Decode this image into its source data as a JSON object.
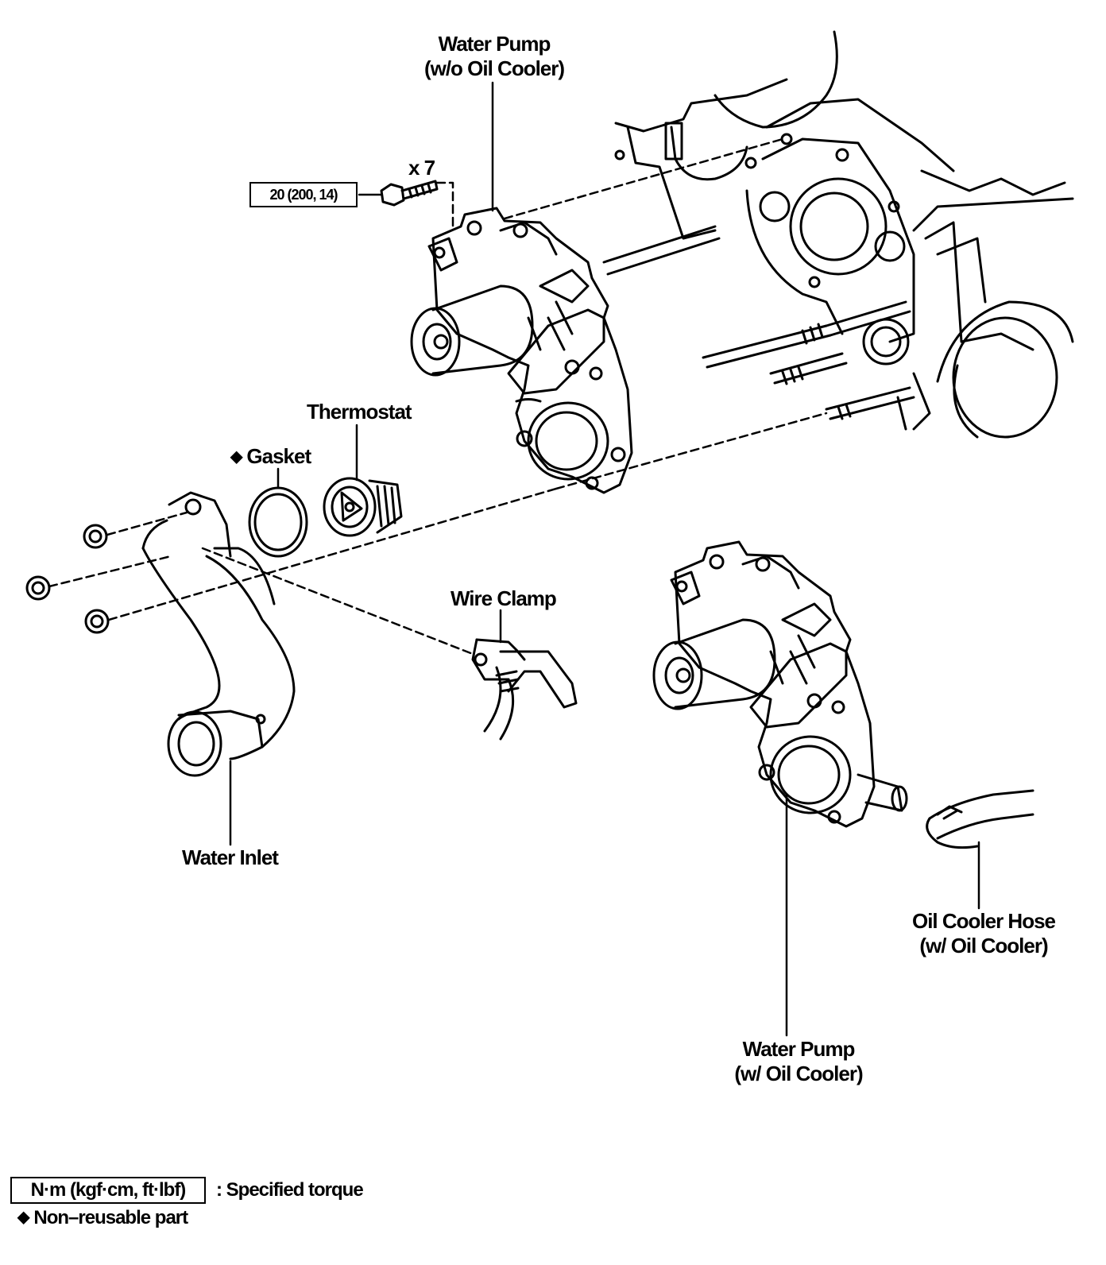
{
  "labels": {
    "water_pump_wo_line1": "Water Pump",
    "water_pump_wo_line2": "(w/o Oil Cooler)",
    "bolt_count": "x 7",
    "torque_value": "20 (200, 14)",
    "thermostat": "Thermostat",
    "gasket": "Gasket",
    "wire_clamp": "Wire Clamp",
    "water_inlet": "Water Inlet",
    "oil_cooler_hose_line1": "Oil Cooler Hose",
    "oil_cooler_hose_line2": "(w/ Oil Cooler)",
    "water_pump_w_line1": "Water Pump",
    "water_pump_w_line2": "(w/ Oil Cooler)"
  },
  "legend": {
    "torque_units": "N·m (kgf·cm, ft·lbf)",
    "torque_desc": ": Specified torque",
    "nonreusable_desc": "Non–reusable part"
  },
  "icons": {
    "non_reusable": "diamond-icon"
  }
}
